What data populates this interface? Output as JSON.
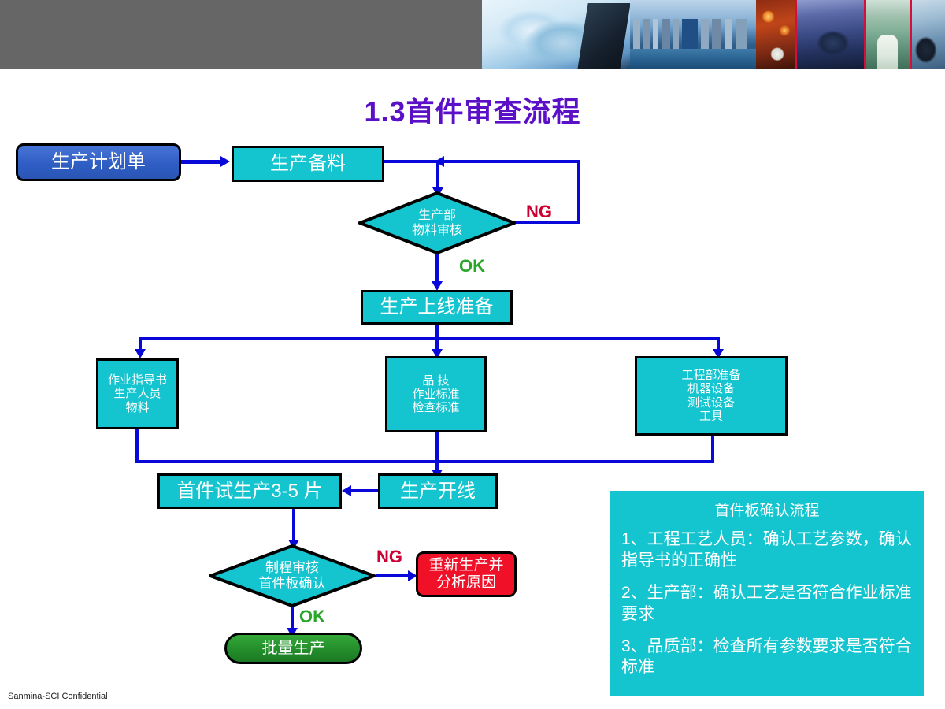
{
  "slide": {
    "title": "1.3首件审查流程",
    "footer": "Sanmina-SCI Confidential"
  },
  "header": {
    "strips": [
      {
        "name": "handshake-photo"
      },
      {
        "name": "cityscape-photo"
      },
      {
        "name": "industrial-furnace-photo"
      },
      {
        "name": "aerial-equipment-photo"
      },
      {
        "name": "laboratory-photo"
      },
      {
        "name": "worker-photo"
      }
    ]
  },
  "flow": {
    "production_plan": "生产计划单",
    "material_prep": "生产备料",
    "material_review": {
      "line1": "生产部",
      "line2": "物料审核"
    },
    "line_prep": "生产上线准备",
    "branch_left": {
      "line1": "作业指导书",
      "line2": "生产人员",
      "line3": "物料"
    },
    "branch_middle": {
      "line1": "品  技",
      "line2": "作业标准",
      "line3": "检查标准"
    },
    "branch_right": {
      "line1": "工程部准备",
      "line2": "机器设备",
      "line3": "测试设备",
      "line4": "工具"
    },
    "line_start": "生产开线",
    "first_article_trial": "首件试生产3-5 片",
    "process_review": {
      "line1": "制程审核",
      "line2": "首件板确认"
    },
    "rework": {
      "line1": "重新生产并",
      "line2": "分析原因"
    },
    "mass_production": "批量生产"
  },
  "edge_labels": {
    "ng_top": "NG",
    "ok_top": "OK",
    "ng_bottom": "NG",
    "ok_bottom": "OK"
  },
  "info_panel": {
    "title": "首件板确认流程",
    "items": [
      "1、工程工艺人员：确认工艺参数，确认指导书的正确性",
      "2、生产部：确认工艺是否符合作业标准要求",
      "3、品质部：检查所有参数要求是否符合标准"
    ]
  },
  "colors": {
    "cyan": "#14C4CF",
    "blue_box": "#2F5EC4",
    "red_box": "#F01028",
    "green_box": "#228B2A",
    "connector": "#0808D8",
    "title_purple": "#5B10C8",
    "ng_red": "#CC0033",
    "ok_green": "#2AA62A",
    "header_gray": "#666666"
  }
}
